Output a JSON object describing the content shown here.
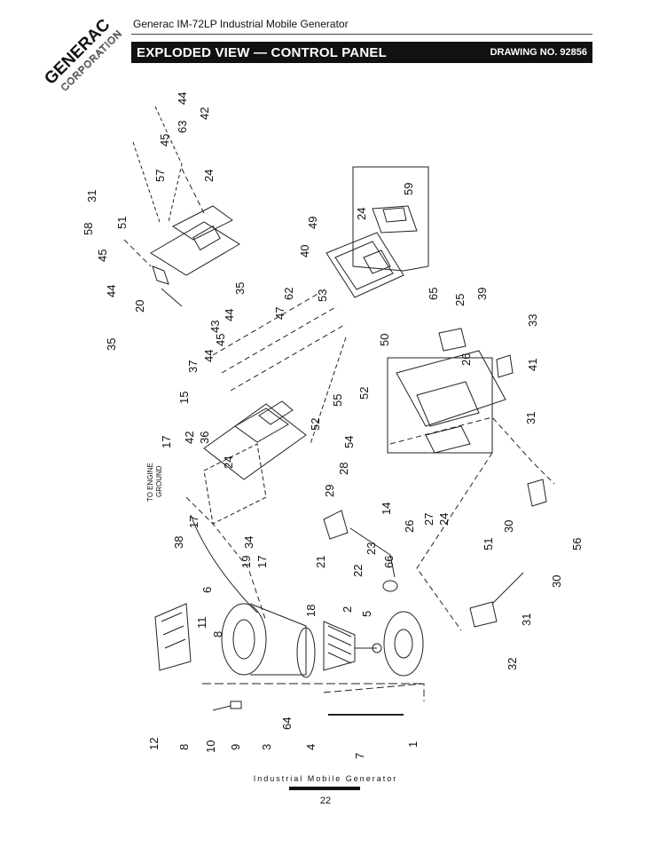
{
  "logo": {
    "brand": "GENERAC",
    "sub": "CORPORATION"
  },
  "header": {
    "doc_title": "Generac IM-72LP Industrial Mobile Generator"
  },
  "title_bar": {
    "title": "EXPLODED VIEW — CONTROL PANEL",
    "drawing": "DRAWING NO. 92856"
  },
  "side_text": {
    "line1": "TO ENGINE",
    "line2": "GROUND"
  },
  "callouts": [
    "44",
    "42",
    "63",
    "45",
    "31",
    "57",
    "24",
    "58",
    "51",
    "45",
    "44",
    "20",
    "35",
    "49",
    "59",
    "24",
    "40",
    "62",
    "35",
    "47",
    "44",
    "43",
    "45",
    "53",
    "37",
    "44",
    "15",
    "65",
    "25",
    "39",
    "33",
    "50",
    "52",
    "55",
    "52",
    "54",
    "17",
    "42",
    "36",
    "24",
    "26",
    "41",
    "31",
    "28",
    "29",
    "14",
    "38",
    "17",
    "34",
    "19",
    "17",
    "21",
    "22",
    "23",
    "66",
    "26",
    "27",
    "24",
    "30",
    "56",
    "51",
    "30",
    "31",
    "32",
    "6",
    "11",
    "8",
    "2",
    "5",
    "18",
    "12",
    "8",
    "10",
    "9",
    "3",
    "64",
    "4",
    "1",
    "7"
  ],
  "footer": {
    "subtitle": "Industrial Mobile Generator",
    "page": "22"
  }
}
